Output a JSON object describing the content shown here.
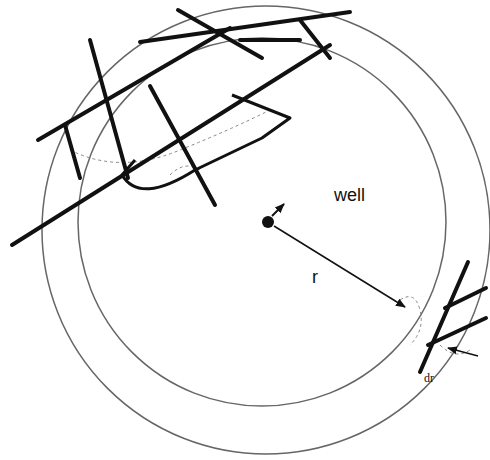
{
  "diagram": {
    "labels": [
      "well",
      "r",
      "dr"
    ]
  }
}
